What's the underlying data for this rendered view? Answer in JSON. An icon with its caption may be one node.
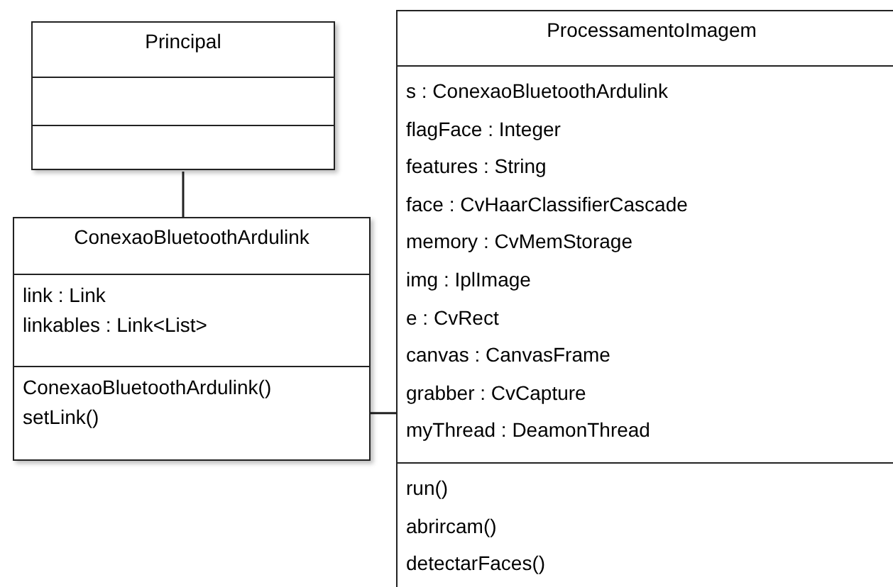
{
  "diagram": {
    "nodes": [
      {
        "text": [
          "Principal"
        ]
      },
      {
        "text": [
          "ConexaoBluetoothArdulink",
          "link : Link",
          "linkables : Link<List>",
          "ConexaoBluetoothArdulink()",
          "setLink()"
        ]
      },
      {
        "text": [
          "ProcessamentoImagem",
          "s : ConexaoBluetoothArdulink",
          "flagFace : Integer",
          "features : String",
          "face : CvHaarClassifierCascade",
          "memory : CvMemStorage",
          "img : IplImage",
          "e : CvRect",
          "canvas : CanvasFrame",
          "grabber : CvCapture",
          "myThread : DeamonThread",
          "run()",
          "abrircam()",
          "detectarFaces()"
        ]
      }
    ],
    "edges": [
      {
        "from": 0,
        "to": 1,
        "arrow": "none"
      },
      {
        "from": 1,
        "to": 2,
        "arrow": "none"
      }
    ]
  }
}
